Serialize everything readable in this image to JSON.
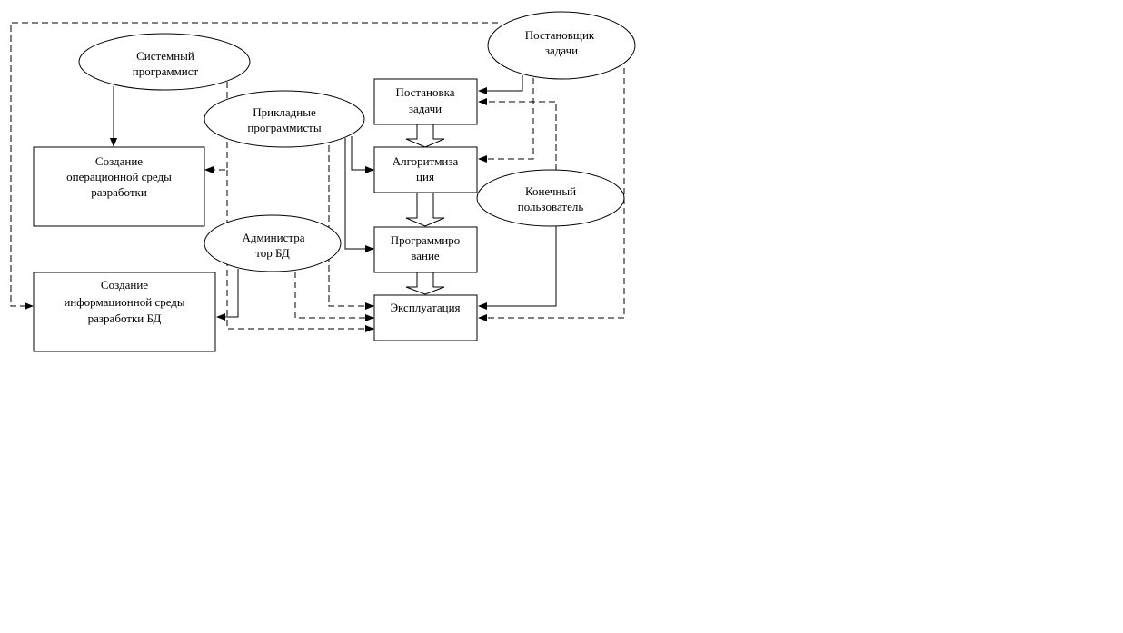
{
  "diagram": {
    "title": "",
    "actors": {
      "system_programmer": [
        "Системный",
        "программист"
      ],
      "application_programmers": [
        "Прикладные",
        "программисты"
      ],
      "db_administrator": [
        "Администра",
        "тор БД"
      ],
      "task_setter": [
        "Постановщик",
        "задачи"
      ],
      "end_user": [
        "Конечный",
        "пользователь"
      ]
    },
    "processes": {
      "os_env": [
        "Создание",
        "операционной среды",
        "разработки"
      ],
      "info_env": [
        "Создание",
        "информационной среды",
        "разработки БД"
      ],
      "task_setting": [
        "Постановка",
        "задачи"
      ],
      "algorithmization": [
        "Алгоритмиза",
        "ция"
      ],
      "programming": [
        "Программиро",
        "вание"
      ],
      "operation": [
        "Эксплуатация"
      ]
    },
    "edges": [
      {
        "from": "system_programmer",
        "to": "os_env",
        "style": "solid"
      },
      {
        "from": "system_programmer",
        "to": "os_env",
        "style": "dashed"
      },
      {
        "from": "system_programmer",
        "to": "operation",
        "style": "dashed"
      },
      {
        "from": "application_programmers",
        "to": "algorithmization",
        "style": "solid"
      },
      {
        "from": "application_programmers",
        "to": "programming",
        "style": "solid"
      },
      {
        "from": "application_programmers",
        "to": "operation",
        "style": "dashed"
      },
      {
        "from": "db_administrator",
        "to": "info_env",
        "style": "solid"
      },
      {
        "from": "db_administrator",
        "to": "operation",
        "style": "dashed"
      },
      {
        "from": "task_setter",
        "to": "task_setting",
        "style": "solid"
      },
      {
        "from": "task_setter",
        "to": "algorithmization",
        "style": "dashed"
      },
      {
        "from": "task_setter",
        "to": "info_env",
        "style": "dashed"
      },
      {
        "from": "task_setter",
        "to": "operation",
        "style": "dashed"
      },
      {
        "from": "end_user",
        "to": "task_setting",
        "style": "dashed"
      },
      {
        "from": "end_user",
        "to": "operation",
        "style": "solid"
      },
      {
        "from": "task_setting",
        "to": "algorithmization",
        "style": "flow"
      },
      {
        "from": "algorithmization",
        "to": "programming",
        "style": "flow"
      },
      {
        "from": "programming",
        "to": "operation",
        "style": "flow"
      }
    ]
  }
}
